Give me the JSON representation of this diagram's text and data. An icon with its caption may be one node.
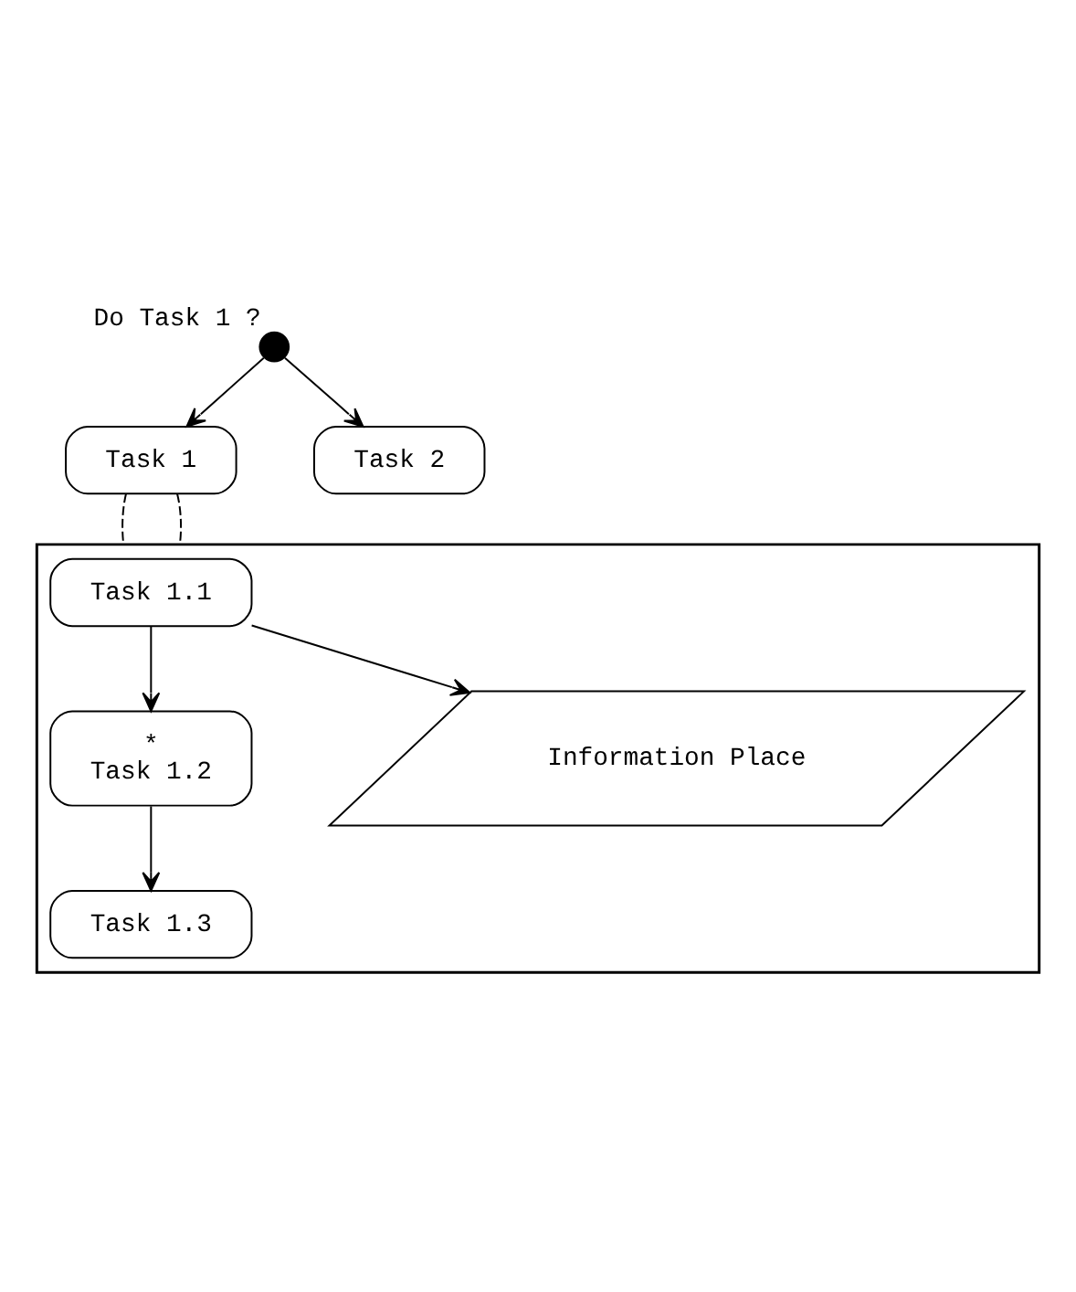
{
  "diagram": {
    "nodes": [
      {
        "text": [],
        "shape": "circle",
        "beside": [
          "Do Task 1 ?"
        ]
      },
      {
        "text": [
          "Task 1"
        ]
      },
      {
        "text": [
          "Task 2"
        ]
      },
      {
        "text": [],
        "shape": "box"
      },
      {
        "text": [
          "Task 1.1"
        ],
        "in": 3
      },
      {
        "text": [
          "*",
          "Task 1.2"
        ],
        "in": 3
      },
      {
        "text": [
          "Task 1.3"
        ],
        "in": 3
      },
      {
        "text": [
          "Information Place"
        ],
        "in": 3
      }
    ],
    "edges": [
      {
        "from": 0,
        "to": 1,
        "arrow": "to"
      },
      {
        "from": 0,
        "to": 2,
        "arrow": "to"
      },
      {
        "from": 1,
        "to": 3,
        "arrow": "none",
        "style": "dashed"
      },
      {
        "from": 1,
        "to": 3,
        "arrow": "none",
        "style": "dashed"
      },
      {
        "from": 4,
        "to": 5,
        "arrow": "to"
      },
      {
        "from": 5,
        "to": 6,
        "arrow": "to"
      },
      {
        "from": 4,
        "to": 7,
        "arrow": "to"
      }
    ]
  }
}
